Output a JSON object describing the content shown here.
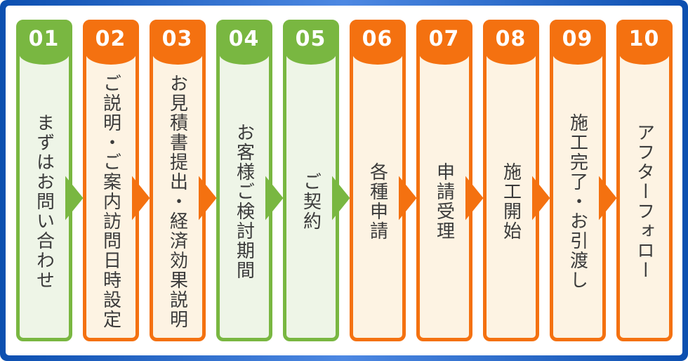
{
  "flow": {
    "steps": [
      {
        "number": "01",
        "label": "まずはお問い合わせ",
        "color": "green"
      },
      {
        "number": "02",
        "label": "ご説明・ご案内訪問日時設定",
        "color": "orange"
      },
      {
        "number": "03",
        "label": "お見積書提出・経済効果説明",
        "color": "orange"
      },
      {
        "number": "04",
        "label": "お客様ご検討期間",
        "color": "green"
      },
      {
        "number": "05",
        "label": "ご契約",
        "color": "green"
      },
      {
        "number": "06",
        "label": "各種申請",
        "color": "orange"
      },
      {
        "number": "07",
        "label": "申請受理",
        "color": "orange"
      },
      {
        "number": "08",
        "label": "施工開始",
        "color": "orange"
      },
      {
        "number": "09",
        "label": "施工完了・お引渡し",
        "color": "orange"
      },
      {
        "number": "10",
        "label": "アフターフォロー",
        "color": "orange"
      }
    ],
    "palette": {
      "green": "#79b741",
      "green_bg": "#eef5e7",
      "orange": "#f47110",
      "orange_bg": "#fdf3e3",
      "frame_blue_dark": "#0c4fb0",
      "frame_blue_light": "#4d88e2",
      "label_text": "#3b3b3b",
      "number_text": "#ffffff",
      "background": "#ffffff"
    }
  }
}
